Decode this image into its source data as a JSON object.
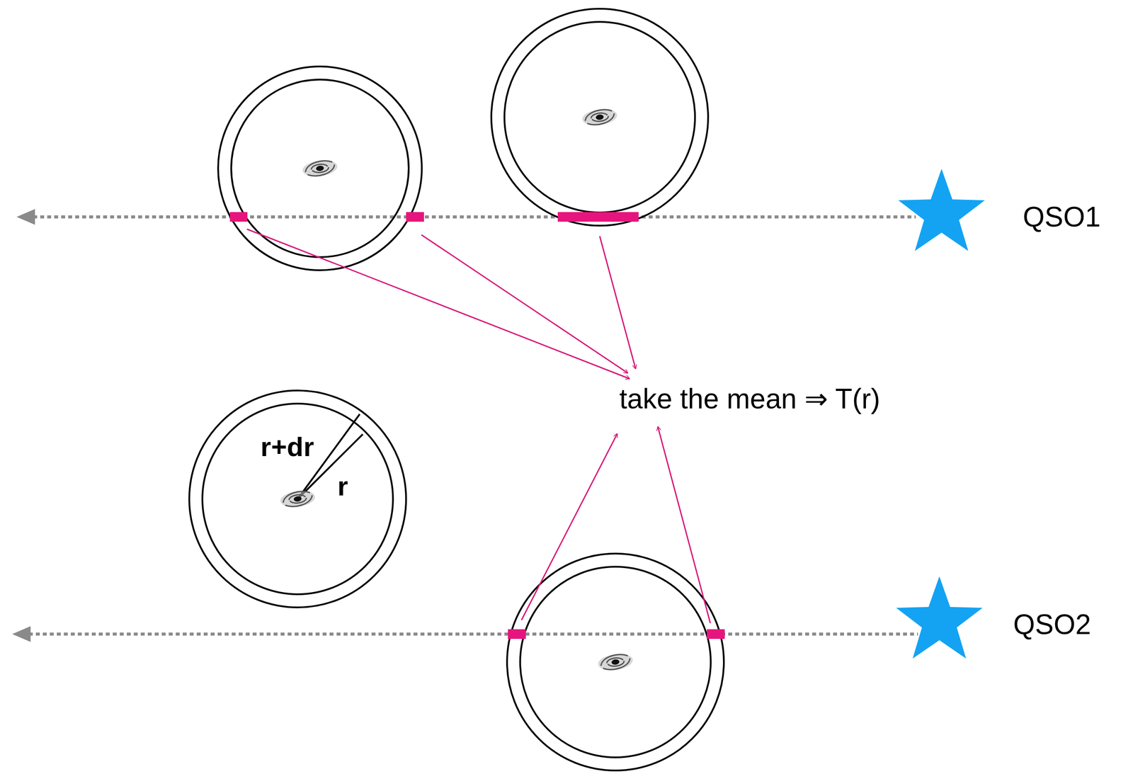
{
  "diagram": {
    "labels": [
      "QSO1",
      "take the mean ⇒ T(r)",
      "r+dr",
      "r",
      "QSO2"
    ]
  }
}
